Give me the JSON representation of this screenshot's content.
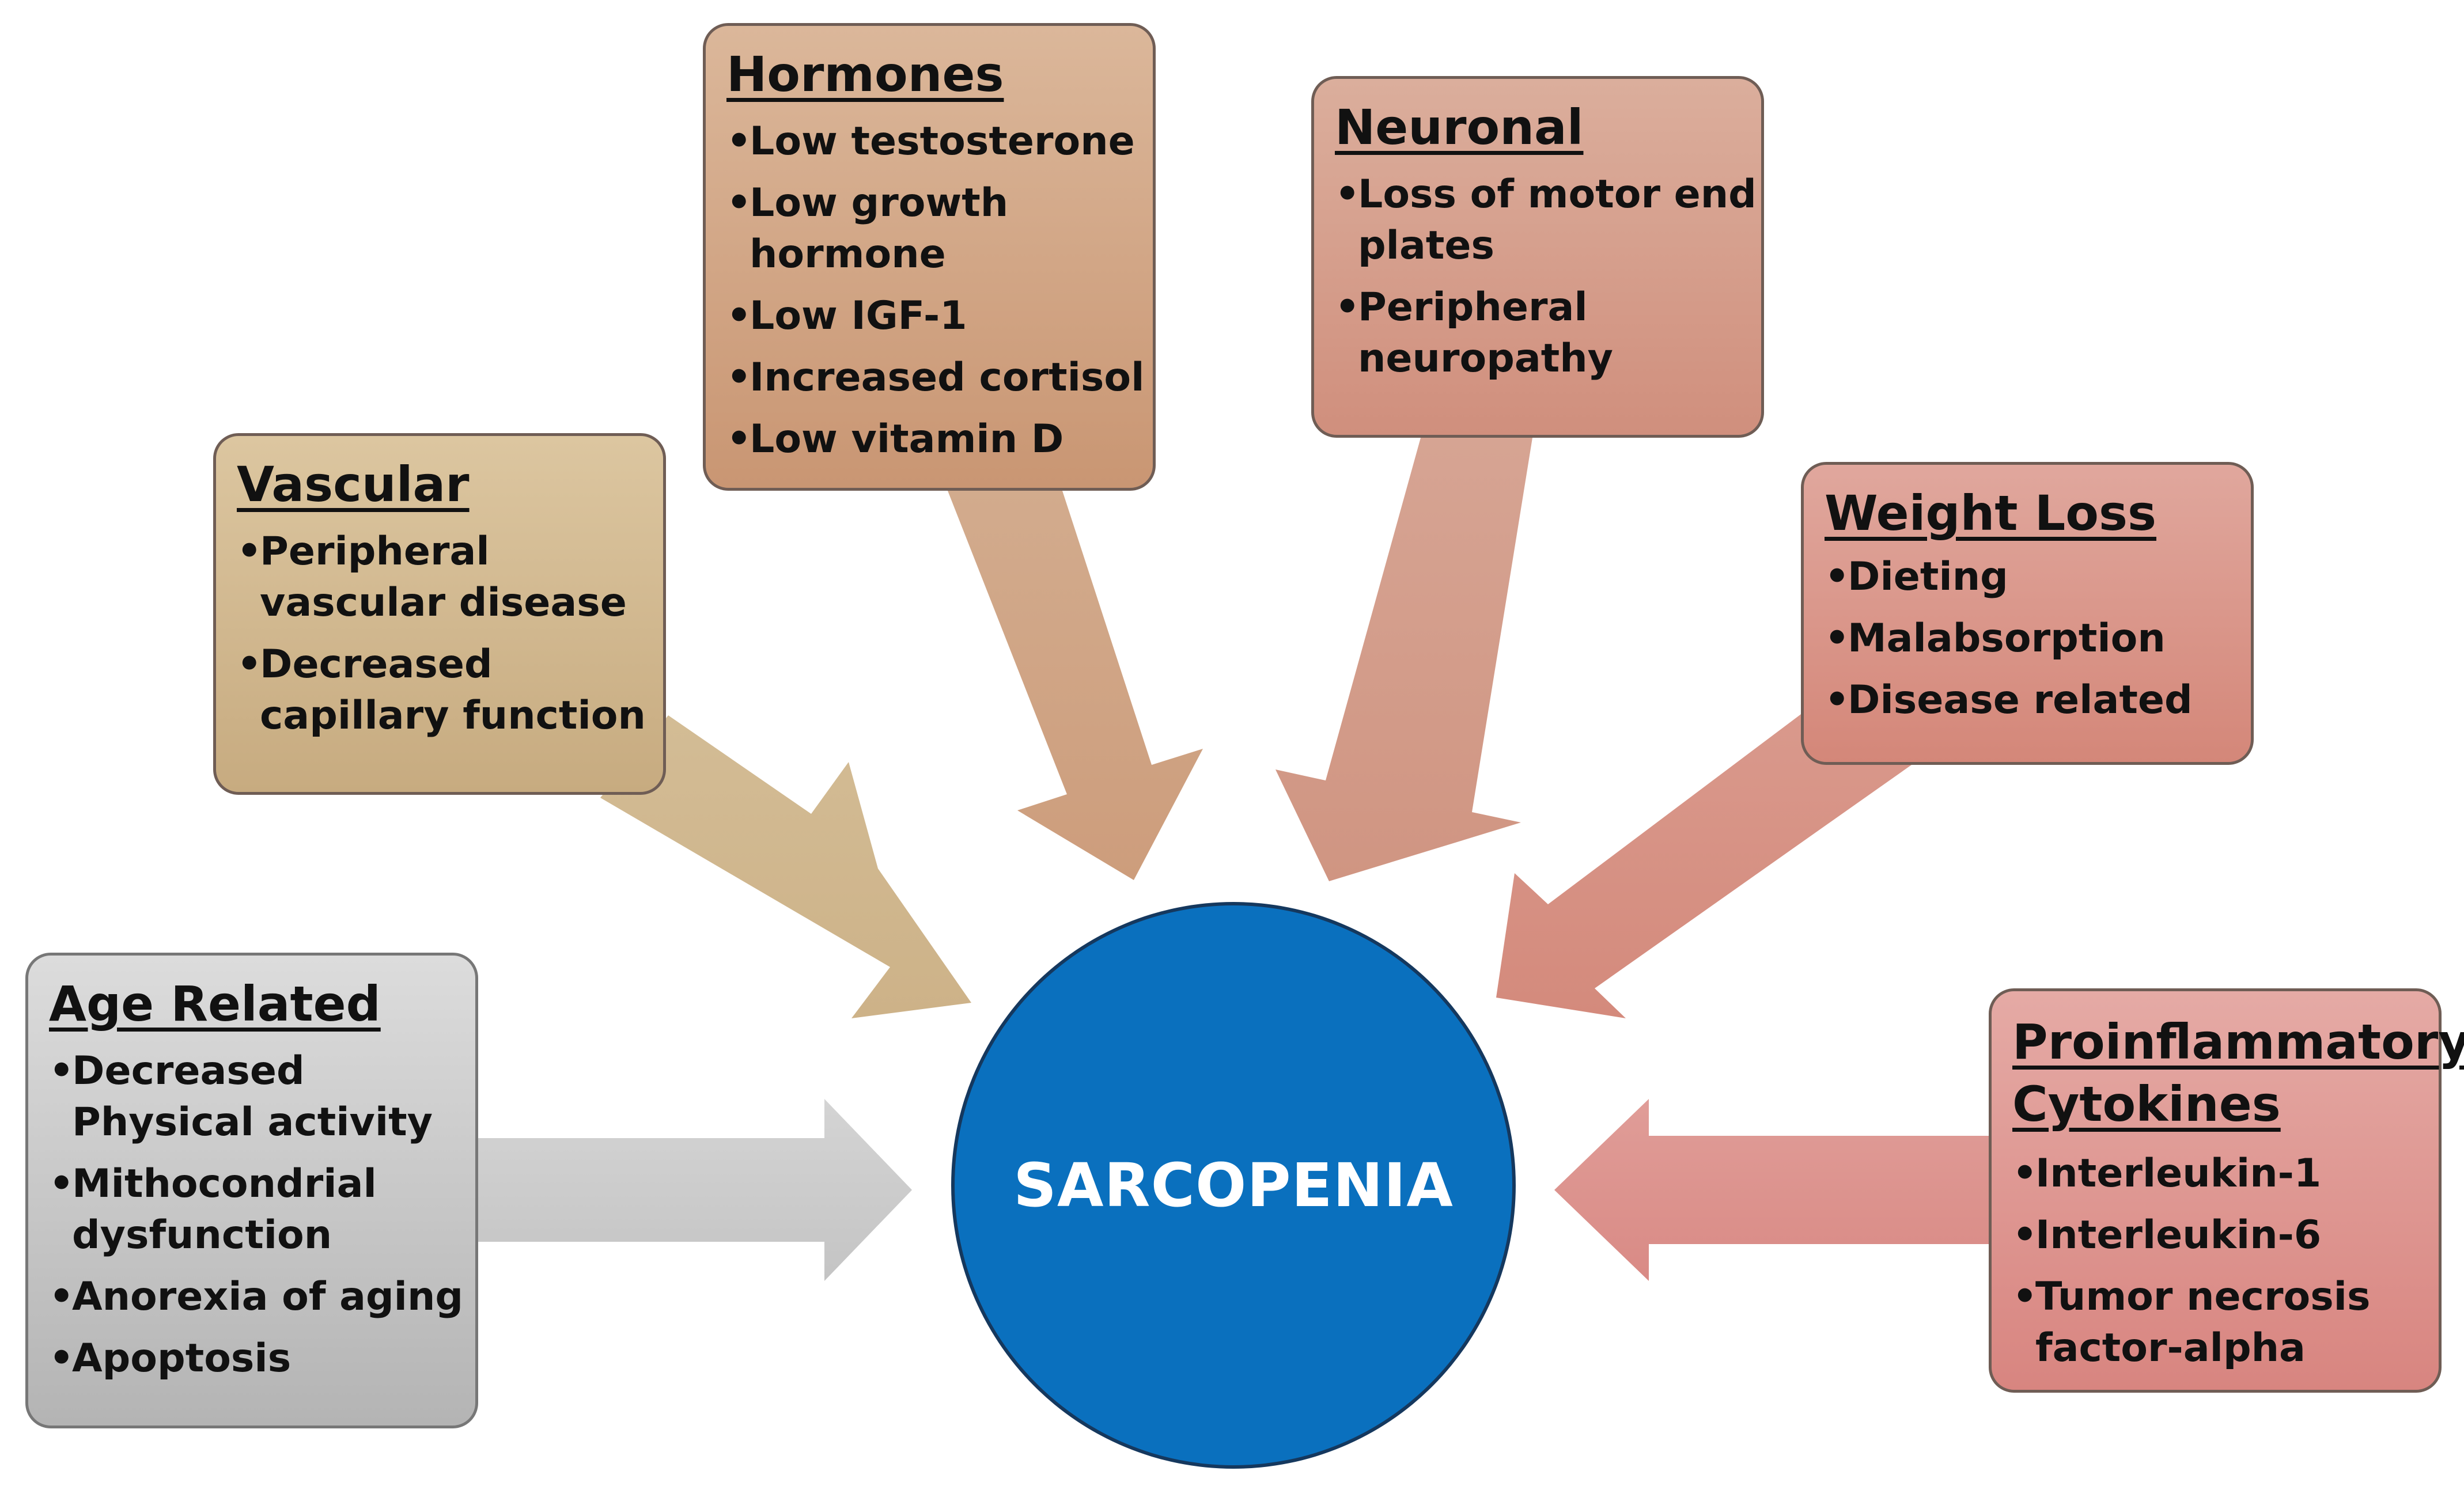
{
  "center": {
    "label": "SARCOPENIA",
    "color": "#0a70be"
  },
  "boxes": {
    "age_related": {
      "title": "Age Related",
      "items": [
        "Decreased Physical activity",
        "Mithocondrial dysfunction",
        "Anorexia of aging",
        "Apoptosis"
      ],
      "color": "#c8c8c8"
    },
    "vascular": {
      "title": "Vascular",
      "items": [
        "Peripheral vascular disease",
        "Decreased capillary function"
      ],
      "color": "#d2b990"
    },
    "hormones": {
      "title": "Hormones",
      "items": [
        "Low testosterone",
        "Low growth hormone",
        "Low IGF-1",
        "Increased cortisol",
        "Low vitamin D"
      ],
      "color": "#d1a686"
    },
    "neuronal": {
      "title": "Neuronal",
      "items": [
        "Loss of motor end plates",
        "Peripheral neuropathy"
      ],
      "color": "#d59e8c"
    },
    "weight_loss": {
      "title": "Weight Loss",
      "items": [
        "Dieting",
        "Malabsorption",
        "Disease related"
      ],
      "color": "#da978b"
    },
    "proinflammatory_cytokines": {
      "title": "Proinflammatory Cytokines",
      "items": [
        "Interleukin-1",
        "Interleukin-6",
        "Tumor necrosis factor-alpha"
      ],
      "color": "#de9792"
    }
  }
}
